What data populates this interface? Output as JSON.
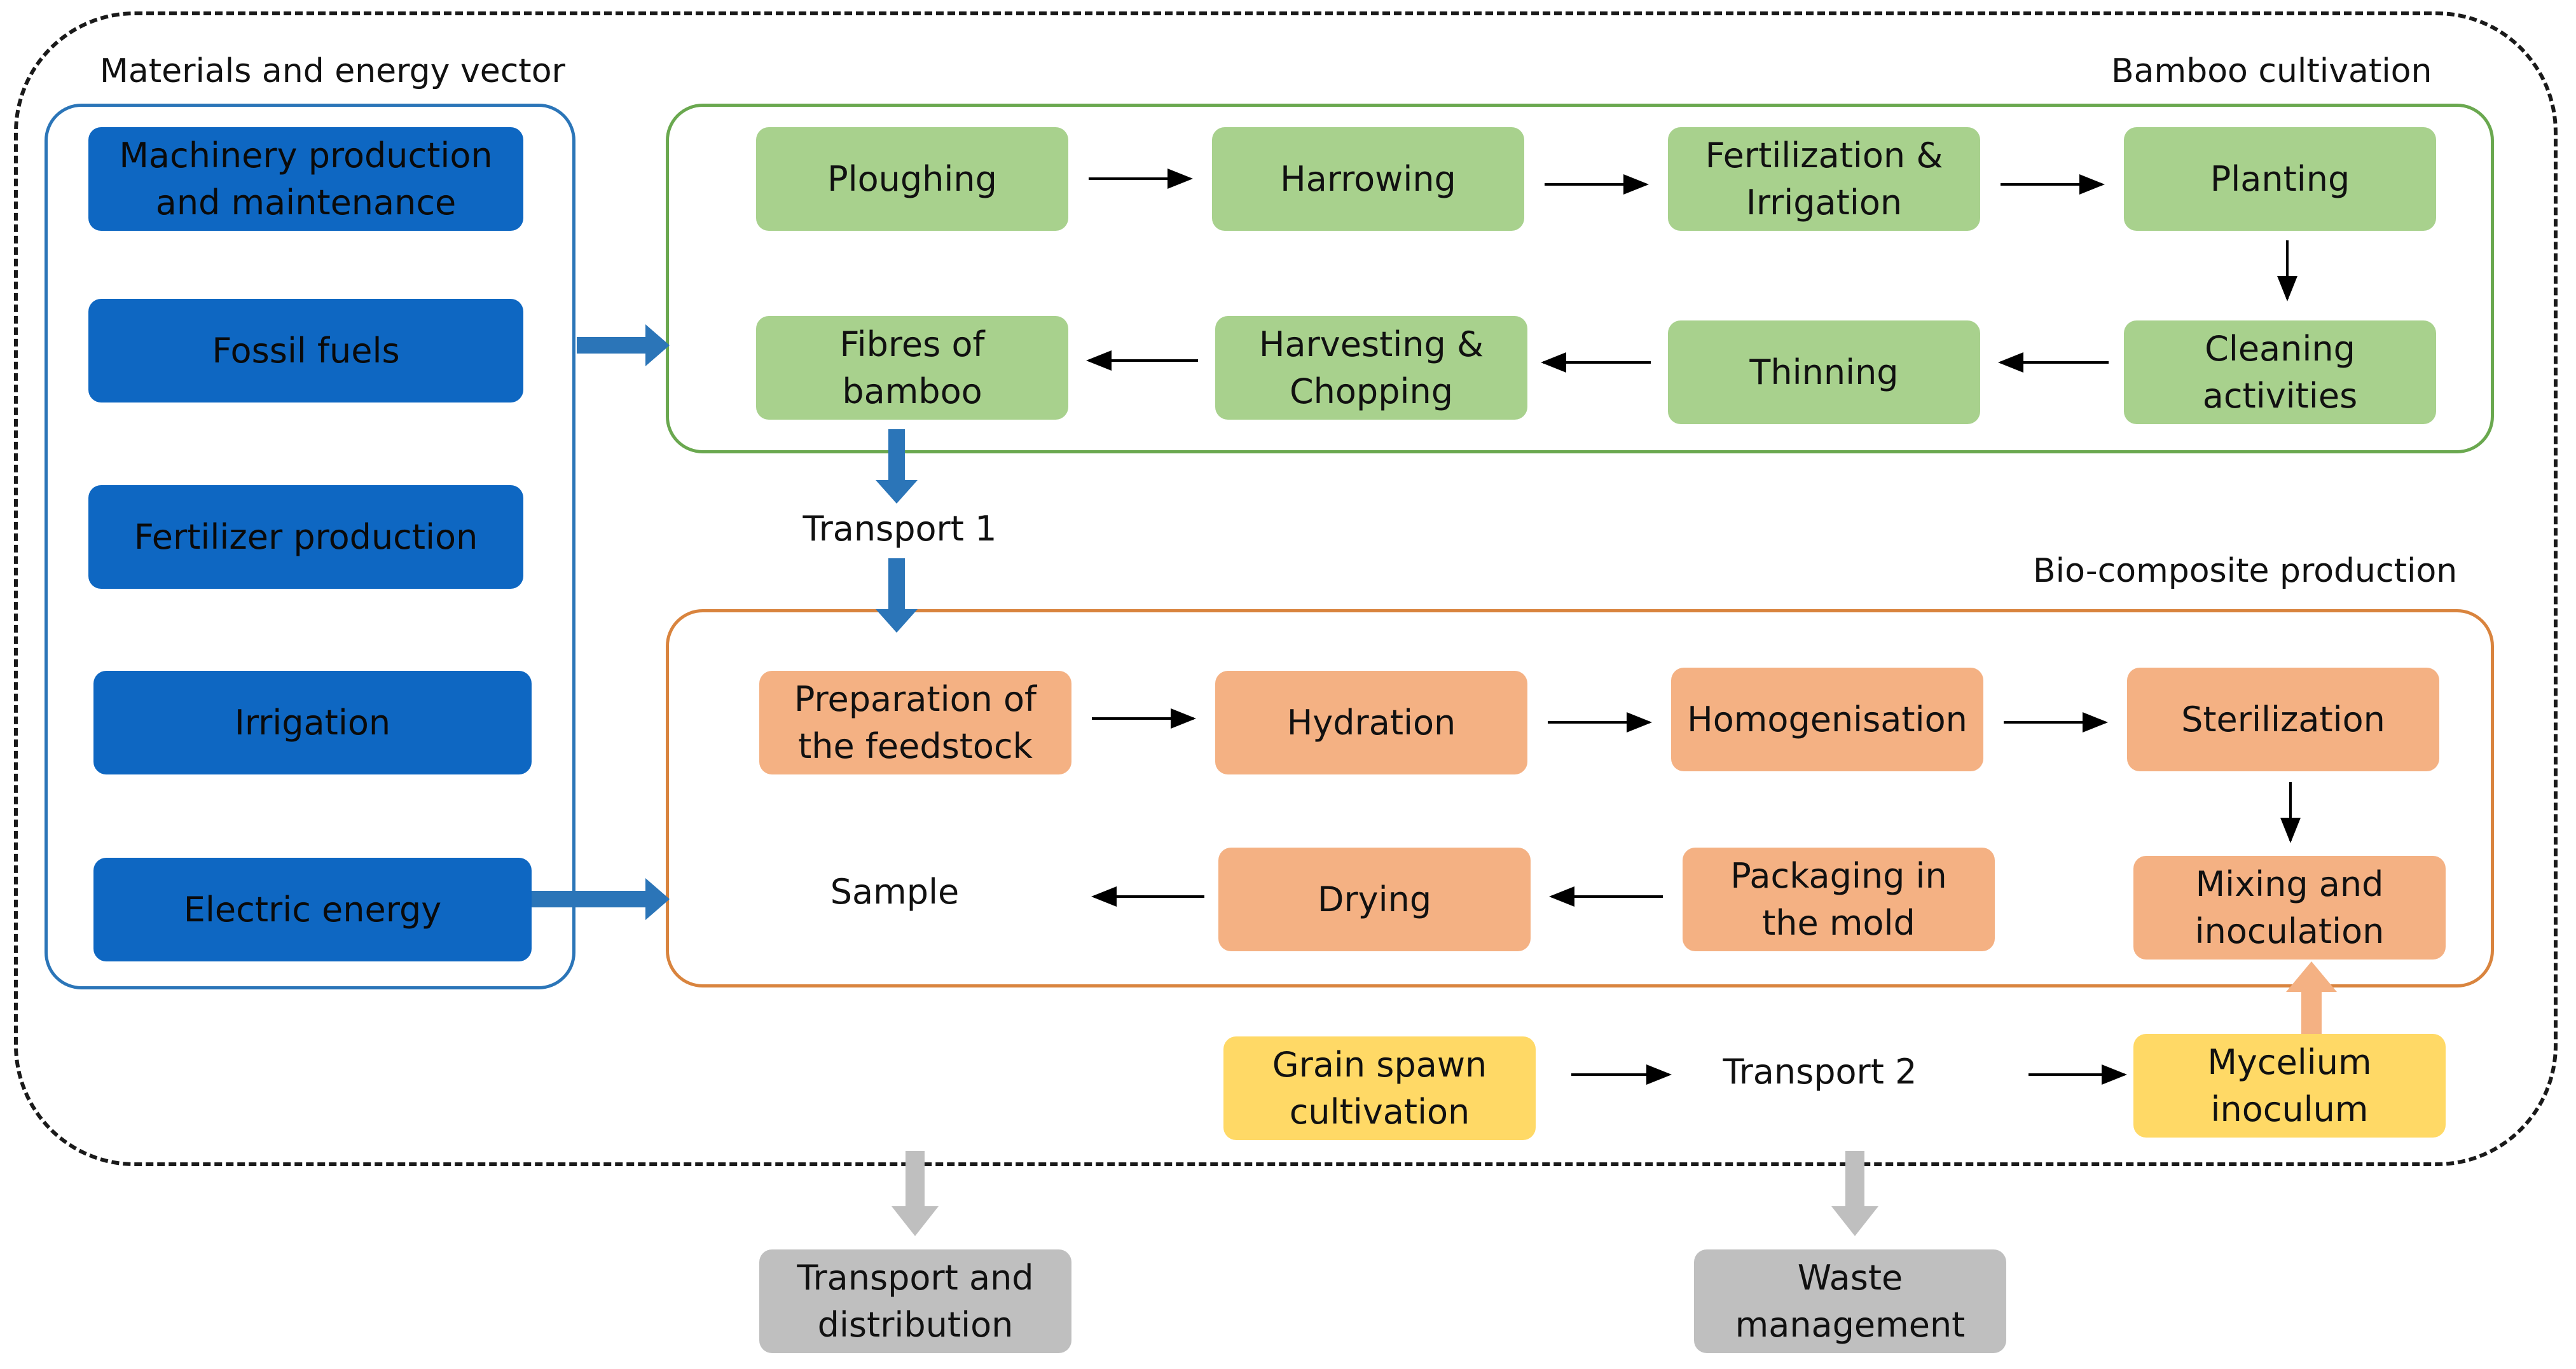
{
  "groups": {
    "materials_title": "Materials and energy vector",
    "bamboo_title": "Bamboo cultivation",
    "biocomposite_title": "Bio-composite production"
  },
  "materials": {
    "machinery": "Machinery production\nand maintenance",
    "fossil": "Fossil fuels",
    "fertilizer": "Fertilizer production",
    "irrigation": "Irrigation",
    "electric": "Electric energy"
  },
  "bamboo": {
    "ploughing": "Ploughing",
    "harrowing": "Harrowing",
    "fertilization": "Fertilization &\nIrrigation",
    "planting": "Planting",
    "cleaning": "Cleaning\nactivities",
    "thinning": "Thinning",
    "harvesting": "Harvesting &\nChopping",
    "fibres": "Fibres of\nbamboo"
  },
  "transport1": "Transport 1",
  "biocomposite": {
    "preparation": "Preparation of\nthe feedstock",
    "hydration": "Hydration",
    "homogenisation": "Homogenisation",
    "sterilization": "Sterilization",
    "mixing": "Mixing and\ninoculation",
    "packaging": "Packaging in\nthe mold",
    "drying": "Drying",
    "sample": "Sample"
  },
  "spawn": {
    "grain": "Grain spawn\ncultivation",
    "transport2": "Transport 2",
    "mycelium": "Mycelium\ninoculum"
  },
  "outputs": {
    "transport_distribution": "Transport and\ndistribution",
    "waste": "Waste\nmanagement"
  },
  "colors": {
    "materials_fill": "#0e67c2",
    "materials_border": "#2b75b8",
    "bamboo_fill": "#a8d18d",
    "bamboo_border": "#6aa84f",
    "biocomposite_fill": "#f4b183",
    "biocomposite_border": "#d9843e",
    "spawn_fill": "#ffd966",
    "output_fill": "#bfbfbf"
  }
}
